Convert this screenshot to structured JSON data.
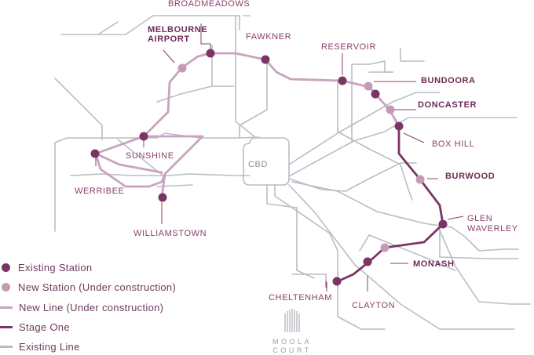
{
  "colors": {
    "existing_line": "#b6bcc4",
    "new_line": "#c9a3be",
    "stage_one": "#7a3564",
    "existing_station": "#7a3564",
    "new_station": "#c49ab6",
    "label": "#8a3f6b"
  },
  "stations": {
    "broadmeadows": "BROADMEADOWS",
    "melbourne_airport_1": "MELBOURNE",
    "melbourne_airport_2": "AIRPORT",
    "fawkner": "FAWKNER",
    "reservoir": "RESERVOIR",
    "bundoora": "BUNDOORA",
    "doncaster": "DONCASTER",
    "box_hill": "BOX HILL",
    "burwood": "BURWOOD",
    "glen_waverley_1": "GLEN",
    "glen_waverley_2": "WAVERLEY",
    "monash": "MONASH",
    "clayton": "CLAYTON",
    "cheltenham": "CHELTENHAM",
    "sunshine": "SUNSHINE",
    "werribee": "WERRIBEE",
    "williamstown": "WILLIAMSTOWN",
    "cbd": "CBD"
  },
  "legend": [
    {
      "label": "Existing Station",
      "kind": "dot",
      "color": "#7a3564"
    },
    {
      "label": "New Station (Under construction)",
      "kind": "dot",
      "color": "#c49ab6"
    },
    {
      "label": "New Line  (Under construction)",
      "kind": "line",
      "color": "#c9a3be"
    },
    {
      "label": "Stage One",
      "kind": "line",
      "color": "#7a3564"
    },
    {
      "label": "Existing Line",
      "kind": "line",
      "color": "#b6bcc4"
    }
  ],
  "logo": {
    "line1": "MOOLA",
    "line2": "COURT"
  }
}
